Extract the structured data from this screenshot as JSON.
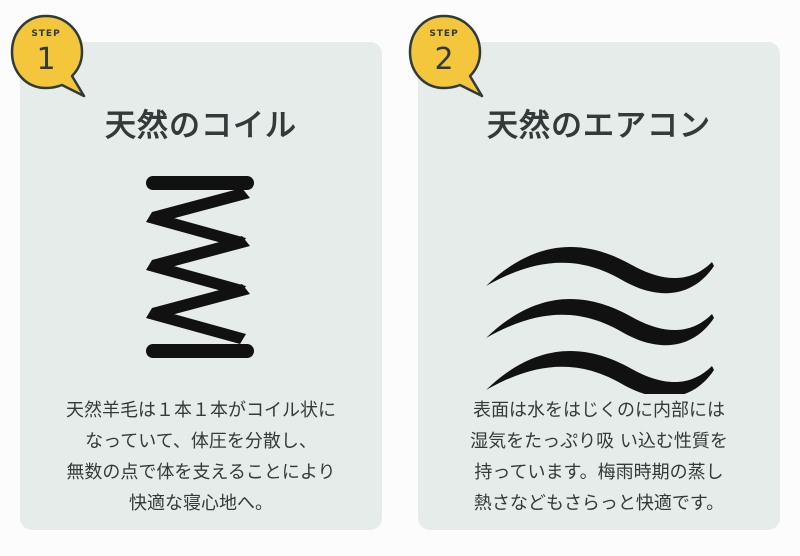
{
  "cards": [
    {
      "step_label": "STEP",
      "step_number": "1",
      "title": "天然のコイル",
      "illustration": "coil-spring-icon",
      "description_lines": [
        "天然羊毛は１本１本がコイル状に",
        "なっていて、体圧を分散し、",
        "無数の点で体を支えることにより",
        "快適な寝心地へ。"
      ]
    },
    {
      "step_label": "STEP",
      "step_number": "2",
      "title": "天然のエアコン",
      "illustration": "air-waves-icon",
      "description_lines": [
        "表面は水をはじくのに内部には",
        "湿気をたっぷり吸 い込む性質を",
        "持っています。梅雨時期の蒸し",
        "熱さなどもさらっと快適です。"
      ]
    }
  ],
  "colors": {
    "card_background": "#e6ecea",
    "badge_fill": "#f3c63c",
    "badge_outline": "#2f3b3a",
    "text": "#333a39",
    "icon": "#111111"
  }
}
